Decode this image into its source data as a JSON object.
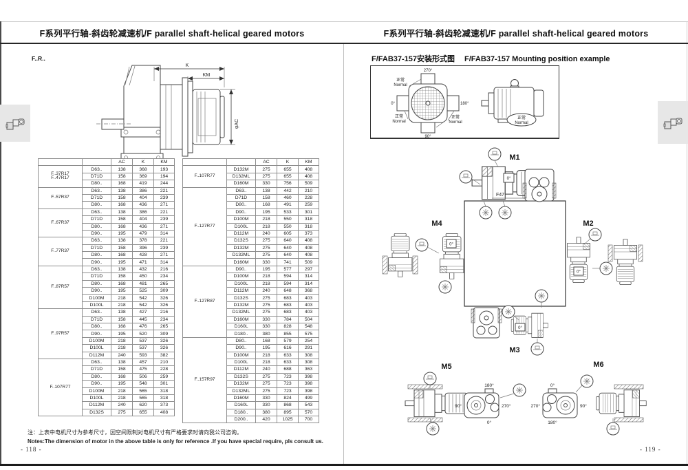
{
  "pages": {
    "left": {
      "header": "F系列平行轴-斜齿轮减速机/F parallel shaft-helical geared motors",
      "model_code": "F..R..",
      "notes_cn": "注：上表中电机尺寸为参考尺寸，因空间限制对电机尺寸有严格要求时请向我公司咨询。",
      "notes_en": "Notes:The dimension of motor in the above table is only for reference .If you have special require, pls consult us.",
      "page_number": "- 118 -"
    },
    "right": {
      "header": "F系列平行轴-斜齿轮减速机/F parallel shaft-helical geared motors",
      "subtitle_cn": "F/FAB37-157安装形式图",
      "subtitle_en": "F/FAB37-157 Mounting position example",
      "page_number": "- 119 -"
    }
  },
  "drawing": {
    "dim_k": "K",
    "dim_km": "KM",
    "dim_ac": "φAC"
  },
  "tables": [
    {
      "headers": [
        "",
        "",
        "AC",
        "K",
        "KM"
      ],
      "groups": [
        {
          "model": "F..37R17\nF..47R17",
          "rows": [
            [
              "D63..",
              "138",
              "368",
              "193"
            ],
            [
              "D71D",
              "158",
              "369",
              "194"
            ],
            [
              "D80..",
              "168",
              "419",
              "244"
            ]
          ]
        },
        {
          "model": "F..57R37",
          "rows": [
            [
              "D63..",
              "138",
              "386",
              "221"
            ],
            [
              "D71D",
              "158",
              "404",
              "239"
            ],
            [
              "D80..",
              "168",
              "436",
              "271"
            ]
          ]
        },
        {
          "model": "F..67R37",
          "rows": [
            [
              "D63..",
              "138",
              "386",
              "221"
            ],
            [
              "D71D",
              "158",
              "404",
              "239"
            ],
            [
              "D80..",
              "168",
              "436",
              "271"
            ],
            [
              "D90..",
              "195",
              "479",
              "314"
            ]
          ]
        },
        {
          "model": "F..77R37",
          "rows": [
            [
              "D63..",
              "138",
              "378",
              "221"
            ],
            [
              "D71D",
              "158",
              "396",
              "239"
            ],
            [
              "D80..",
              "168",
              "428",
              "271"
            ],
            [
              "D90..",
              "195",
              "471",
              "314"
            ]
          ]
        },
        {
          "model": "F..87R57",
          "rows": [
            [
              "D63..",
              "138",
              "432",
              "216"
            ],
            [
              "D71D",
              "158",
              "450",
              "234"
            ],
            [
              "D80..",
              "168",
              "481",
              "265"
            ],
            [
              "D90..",
              "195",
              "525",
              "309"
            ],
            [
              "D100M",
              "218",
              "542",
              "326"
            ],
            [
              "D100L",
              "218",
              "542",
              "326"
            ]
          ]
        },
        {
          "model": "F..97R57",
          "rows": [
            [
              "D63..",
              "138",
              "427",
              "216"
            ],
            [
              "D71D",
              "158",
              "445",
              "234"
            ],
            [
              "D80..",
              "168",
              "476",
              "265"
            ],
            [
              "D90..",
              "195",
              "520",
              "309"
            ],
            [
              "D100M",
              "218",
              "537",
              "326"
            ],
            [
              "D100L",
              "218",
              "537",
              "326"
            ],
            [
              "D112M",
              "240",
              "593",
              "382"
            ]
          ]
        },
        {
          "model": "F..107R77",
          "rows": [
            [
              "D63..",
              "138",
              "457",
              "210"
            ],
            [
              "D71D",
              "158",
              "475",
              "228"
            ],
            [
              "D80..",
              "168",
              "506",
              "259"
            ],
            [
              "D90..",
              "195",
              "548",
              "301"
            ],
            [
              "D100M",
              "218",
              "565",
              "318"
            ],
            [
              "D100L",
              "218",
              "565",
              "318"
            ],
            [
              "D112M",
              "240",
              "620",
              "373"
            ],
            [
              "D132S",
              "275",
              "655",
              "408"
            ]
          ]
        }
      ]
    },
    {
      "headers": [
        "",
        "",
        "AC",
        "K",
        "KM"
      ],
      "groups": [
        {
          "model": "F..107R77",
          "rows": [
            [
              "D132M",
              "275",
              "655",
              "408"
            ],
            [
              "D132ML",
              "275",
              "655",
              "408"
            ],
            [
              "D160M",
              "330",
              "756",
              "509"
            ]
          ]
        },
        {
          "model": "F..127R77",
          "rows": [
            [
              "D63..",
              "138",
              "442",
              "210"
            ],
            [
              "D71D",
              "158",
              "460",
              "228"
            ],
            [
              "D80..",
              "168",
              "491",
              "259"
            ],
            [
              "D90..",
              "195",
              "533",
              "301"
            ],
            [
              "D100M",
              "218",
              "550",
              "318"
            ],
            [
              "D100L",
              "218",
              "550",
              "318"
            ],
            [
              "D112M",
              "240",
              "605",
              "373"
            ],
            [
              "D132S",
              "275",
              "640",
              "408"
            ],
            [
              "D132M",
              "275",
              "640",
              "408"
            ],
            [
              "D132ML",
              "275",
              "640",
              "408"
            ],
            [
              "D160M",
              "330",
              "741",
              "509"
            ]
          ]
        },
        {
          "model": "F..127R87",
          "rows": [
            [
              "D90..",
              "195",
              "577",
              "297"
            ],
            [
              "D100M",
              "218",
              "594",
              "314"
            ],
            [
              "D100L",
              "218",
              "594",
              "314"
            ],
            [
              "D112M",
              "240",
              "648",
              "368"
            ],
            [
              "D132S",
              "275",
              "683",
              "403"
            ],
            [
              "D132M",
              "275",
              "683",
              "403"
            ],
            [
              "D132ML",
              "275",
              "683",
              "403"
            ],
            [
              "D160M",
              "330",
              "784",
              "504"
            ],
            [
              "D160L",
              "330",
              "828",
              "548"
            ],
            [
              "D180..",
              "380",
              "855",
              "575"
            ]
          ]
        },
        {
          "model": "F..157R97",
          "rows": [
            [
              "D80..",
              "168",
              "579",
              "254"
            ],
            [
              "D90..",
              "195",
              "616",
              "291"
            ],
            [
              "D100M",
              "218",
              "633",
              "308"
            ],
            [
              "D100L",
              "218",
              "633",
              "308"
            ],
            [
              "D112M",
              "240",
              "688",
              "363"
            ],
            [
              "D132S",
              "275",
              "723",
              "398"
            ],
            [
              "D132M",
              "275",
              "723",
              "398"
            ],
            [
              "D132ML",
              "275",
              "723",
              "398"
            ],
            [
              "D160M",
              "330",
              "824",
              "499"
            ],
            [
              "D160L",
              "330",
              "868",
              "543"
            ],
            [
              "D180..",
              "380",
              "895",
              "570"
            ],
            [
              "D200..",
              "420",
              "1025",
              "700"
            ]
          ]
        }
      ]
    }
  ],
  "mounting_example": {
    "deg_top": "270°",
    "deg_left": "0°",
    "deg_right": "180°",
    "deg_bottom": "90°",
    "normal_cn": "正常",
    "normal_en": "Normal"
  },
  "positions": {
    "m1": "M1",
    "m2": "M2",
    "m3": "M3",
    "m4": "M4",
    "m5": "M5",
    "m6": "M6",
    "f47": "F47",
    "zero_deg": "0°",
    "m5_top": "180°",
    "m5_left": "90°",
    "m5_right": "270°",
    "m5_bottom": "0°",
    "m6_top": "0°",
    "m6_left": "270°",
    "m6_right": "90°",
    "m6_bottom": "180°"
  }
}
